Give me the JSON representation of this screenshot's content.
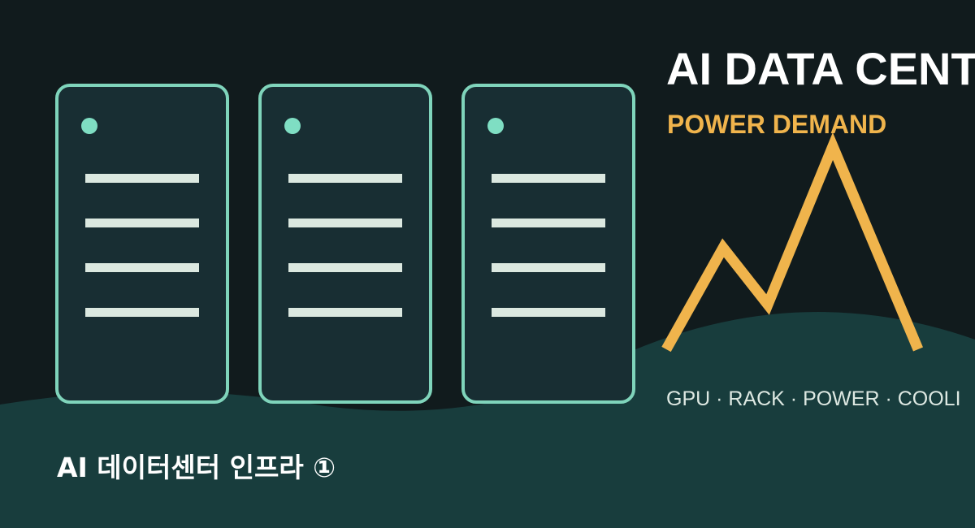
{
  "title": "AI DATA CENT",
  "subtitle": "POWER DEMAND",
  "tags": "GPU · RACK · POWER · COOLI",
  "caption": "AI 데이터센터 인프라 ①",
  "colors": {
    "background": "#111b1d",
    "ground": "#183d3d",
    "rack_fill": "#182e33",
    "rack_outline": "#7fd4bb",
    "rack_led": "#7fdec3",
    "rack_slot": "#dbe8e0",
    "accent": "#f0b44c",
    "title_text": "#ffffff",
    "tags_text": "#dde8e2"
  },
  "racks": [
    {
      "name": "server-rack-1",
      "led_icon": "status-led-icon",
      "slot_count": 4
    },
    {
      "name": "server-rack-2",
      "led_icon": "status-led-icon",
      "slot_count": 4
    },
    {
      "name": "server-rack-3",
      "led_icon": "status-led-icon",
      "slot_count": 4
    }
  ],
  "power_line_icon": "power-demand-zigzag-icon"
}
